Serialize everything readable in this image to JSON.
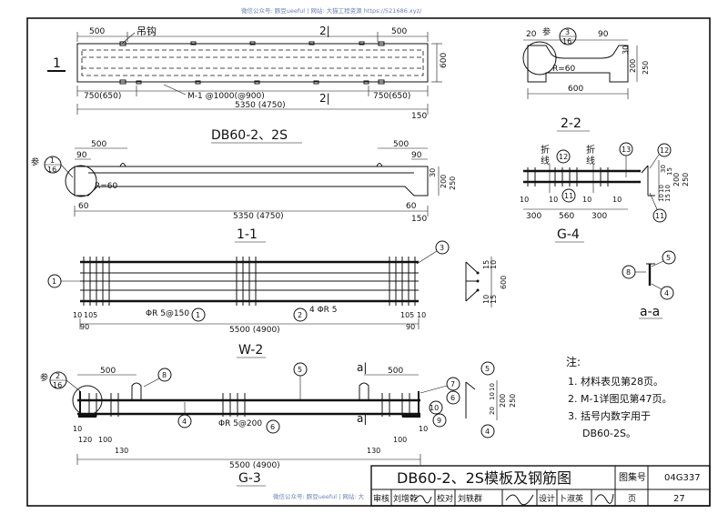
{
  "watermark_top": "微信公众号: 豚豆ueeful | 网站: 大猫工程资源 https://521686.xyz/",
  "watermark_bottom": "微信公众号: 豚豆ueeful | 网站: 大",
  "plan": {
    "dim_left_500": "500",
    "hook_label": "吊钩",
    "section_mark_top": "2|",
    "dim_right_500": "500",
    "section_no": "1",
    "dim_600": "600",
    "dim_left_750": "750(650)",
    "insert_label": "M-1 @1000(@900)",
    "section_mark_bottom": "2|",
    "dim_right_750": "750(650)",
    "dim_total": "5350 (4750)",
    "dim_150": "150",
    "title": "DB60-2、2S"
  },
  "sec22": {
    "ref_prefix": "参",
    "ref_top": "3",
    "ref_bot": "16",
    "dim_20": "20",
    "dim_90": "90",
    "radius": "R=60",
    "dim_30": "30",
    "dim_200": "200",
    "dim_250": "250",
    "dim_600": "600",
    "title": "2-2"
  },
  "sec11": {
    "ref_prefix": "参",
    "ref_top": "1",
    "ref_bot": "16",
    "dim_500_l": "500",
    "dim_90_l": "90",
    "dim_500_r": "500",
    "dim_90_r": "90",
    "radius": "R=60",
    "dim_30": "30",
    "dim_200": "200",
    "dim_250": "250",
    "dim_60_l": "60",
    "dim_60_r": "60",
    "dim_total": "5350 (4750)",
    "dim_150": "150",
    "title": "1-1"
  },
  "g4": {
    "fold_l": "折",
    "fold_l2": "线",
    "fold_r": "折",
    "fold_r2": "线",
    "c12": "12",
    "c13": "13",
    "c11": "11",
    "c12r": "12",
    "c11r": "11",
    "dims_top": [
      "10",
      "10",
      "10",
      "10"
    ],
    "dim_300_l": "300",
    "dim_560": "560",
    "dim_300_r": "300",
    "v_dims": [
      "30",
      "15",
      "10",
      "10",
      "10",
      "15",
      "200"
    ],
    "v_250": "250",
    "title": "G-4"
  },
  "w2": {
    "c1": "1",
    "c3": "3",
    "c1b": "1",
    "c2": "2",
    "spacing_label": "ΦR 5@150",
    "bars_label": "4 ΦR 5",
    "dim_10": "10",
    "dim_105": "105",
    "dim_90": "90",
    "dim_105_r": "105",
    "dim_10_r": "10",
    "dim_90_r": "90",
    "dim_total": "5500 (4900)",
    "v_15": "15",
    "v_10": "10",
    "v_600": "600",
    "v_10b": "10",
    "v_15b": "15",
    "title": "W-2"
  },
  "aa": {
    "c8": "8",
    "c5": "5",
    "c4": "4",
    "title": "a-a"
  },
  "g3": {
    "ref_prefix": "参",
    "ref_top": "2",
    "ref_bot": "16",
    "dim_500_l": "500",
    "c8": "8",
    "c5": "5",
    "mark_a_top": "a|",
    "dim_500_r": "500",
    "c7": "7",
    "c6": "6",
    "c10": "10",
    "c9": "9",
    "c5r": "5",
    "c4r": "4",
    "c4": "4",
    "spacing_label": "ΦR 5@200",
    "c6b": "6",
    "mark_a_bot": "a|",
    "dim_10": "10",
    "dim_120": "120",
    "dim_100": "100",
    "dim_130": "130",
    "dim_130_r": "130",
    "dim_100_r": "100",
    "dim_10_r": "10",
    "dim_total": "5500 (4900)",
    "v_10": "10",
    "v_20": "20",
    "v_200": "200",
    "v_10b": "10",
    "v_250": "250",
    "title": "G-3"
  },
  "notes": {
    "head": "注:",
    "lines": [
      "1. 材料表见第28页。",
      "2. M-1详图见第47页。",
      "3. 括号内数字用于",
      "DB60-2S。"
    ]
  },
  "title_block": {
    "drawing_title": "DB60-2、2S模板及钢筋图",
    "atlas_label": "图集号",
    "atlas_no": "04G337",
    "review_label": "审核",
    "review_name": "刘增乾",
    "check_label": "校对",
    "check_name": "刘轶群",
    "design_label": "设计",
    "design_name": "卜淑英",
    "page_label": "页",
    "page_no": "27"
  }
}
